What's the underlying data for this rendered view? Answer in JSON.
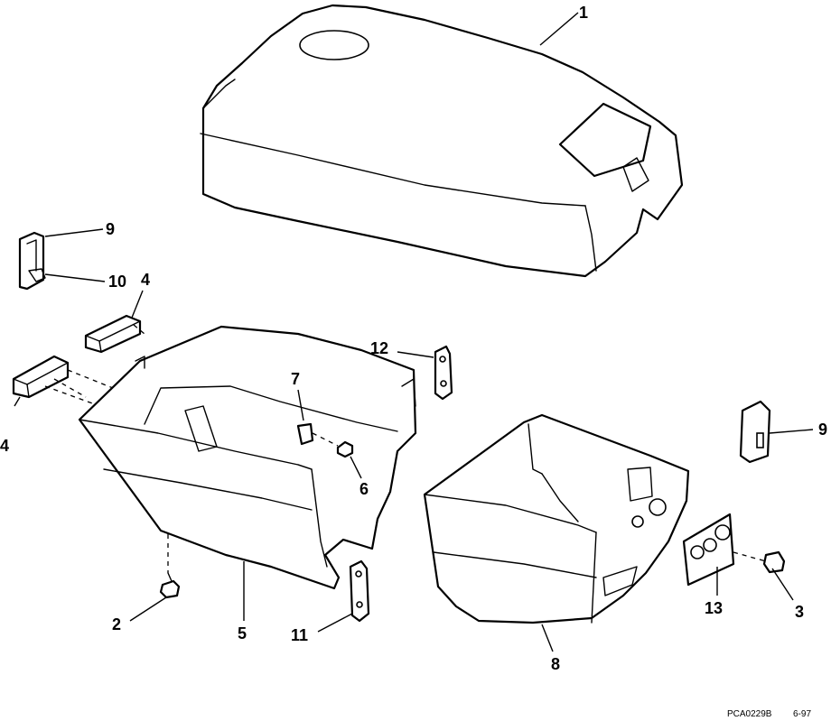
{
  "callouts": {
    "c1": "1",
    "c2": "2",
    "c3": "3",
    "c4a": "4",
    "c4b": "4",
    "c5": "5",
    "c6": "6",
    "c7": "7",
    "c8": "8",
    "c9a": "9",
    "c9b": "9",
    "c10": "10",
    "c11": "11",
    "c12": "12",
    "c13": "13"
  },
  "reference": {
    "code": "PCA0229B",
    "date": "6-97"
  }
}
